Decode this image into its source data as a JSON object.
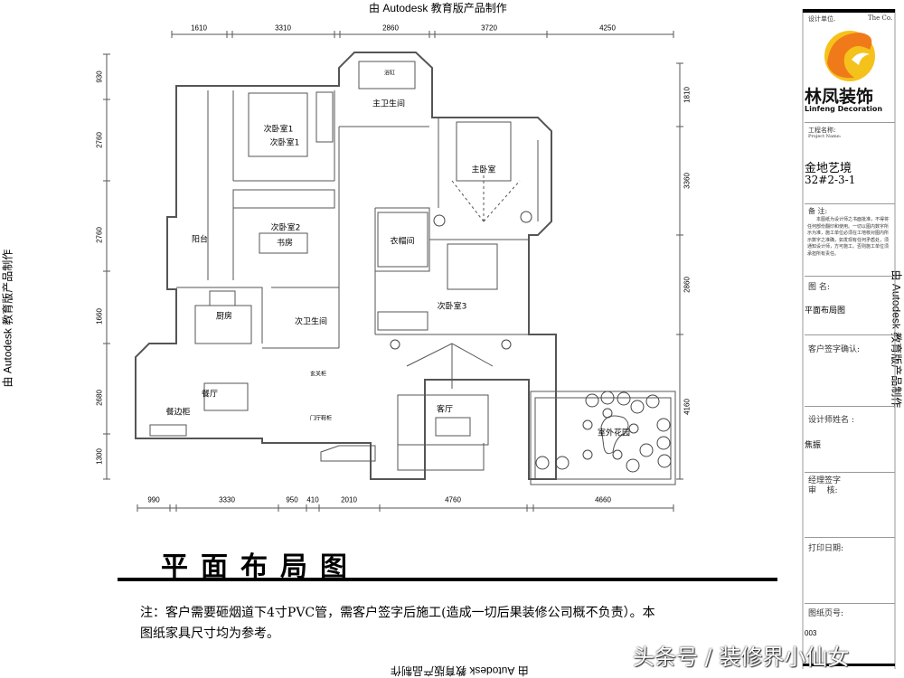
{
  "watermark": {
    "autodesk_top": "由 Autodesk 教育版产品制作",
    "autodesk_bottom": "由 Autodesk 教育版产品制作",
    "autodesk_left": "由 Autodesk 教育版产品制作",
    "autodesk_right": "由 Autodesk 教育版产品制作",
    "source": "头条号 / 装修界小仙女"
  },
  "dimensions": {
    "top": [
      "1610",
      "3310",
      "2860",
      "3720",
      "4250"
    ],
    "bottom": [
      "990",
      "3330",
      "950",
      "410",
      "2010",
      "4760",
      "4660"
    ],
    "left": [
      "930",
      "2760",
      "2760",
      "1660",
      "2680",
      "1300"
    ],
    "right": [
      "1810",
      "3360",
      "2860",
      "4160"
    ]
  },
  "rooms": {
    "bathtub": "浴缸",
    "master_bath": "主卫生间",
    "bedroom1_a": "次卧室1",
    "bedroom1_b": "次卧室1",
    "master_bedroom": "主卧室",
    "balcony": "阳台",
    "bedroom2": "次卧室2",
    "study": "书房",
    "cloakroom": "衣帽间",
    "kitchen": "厨房",
    "second_bath": "次卫生间",
    "bedroom3": "次卧室3",
    "entry_cabinet": "玄关柜",
    "dining": "餐厅",
    "sideboard": "餐边柜",
    "hall_shoe_cabinet": "门厅鞋柜",
    "living": "客厅",
    "garden": "室外花园"
  },
  "drawing": {
    "title": "平面布局图",
    "note_line1": "注：客户需要砸烟道下4寸PVC管，需客户签字后施工(造成一切后果装修公司概不负责）。本",
    "note_line2": "图纸家具尺寸均为参考。"
  },
  "title_block": {
    "design_unit_label": "设计单位.",
    "design_unit_en": "The  Co.",
    "logo_cn": "林凤装饰",
    "logo_en": "Linfeng Decoration",
    "project_name_label": "工程名称:",
    "project_name_label_en": "Project Name:",
    "project_name": "金地艺境",
    "project_unit": "32#2-3-1",
    "remarks_label": "备  注:",
    "remarks_text": "本图纸为设计师之书面批准，不得将任何部份翻印和使用。一切以图内数字所示为准，施工单位必须在工地核对图内所示数字之准确，如发现有任何矛盾处，须通知设计师，方可施工。否则施工单位须承担所有责任。",
    "drawing_name_label": "图  名:",
    "drawing_name": "平面布局图",
    "client_sign_label": "客户签字确认:",
    "designer_label": "设计师姓名 :",
    "designer": "焦振",
    "manager_label": "经理签字",
    "review_label": "审    核:",
    "print_date_label": "打印日期:",
    "page_no_label": "图纸页号:",
    "page_no": "003"
  },
  "colors": {
    "logo_orange": "#f07a1a",
    "logo_yellow": "#f5c21b",
    "line": "#555555"
  }
}
